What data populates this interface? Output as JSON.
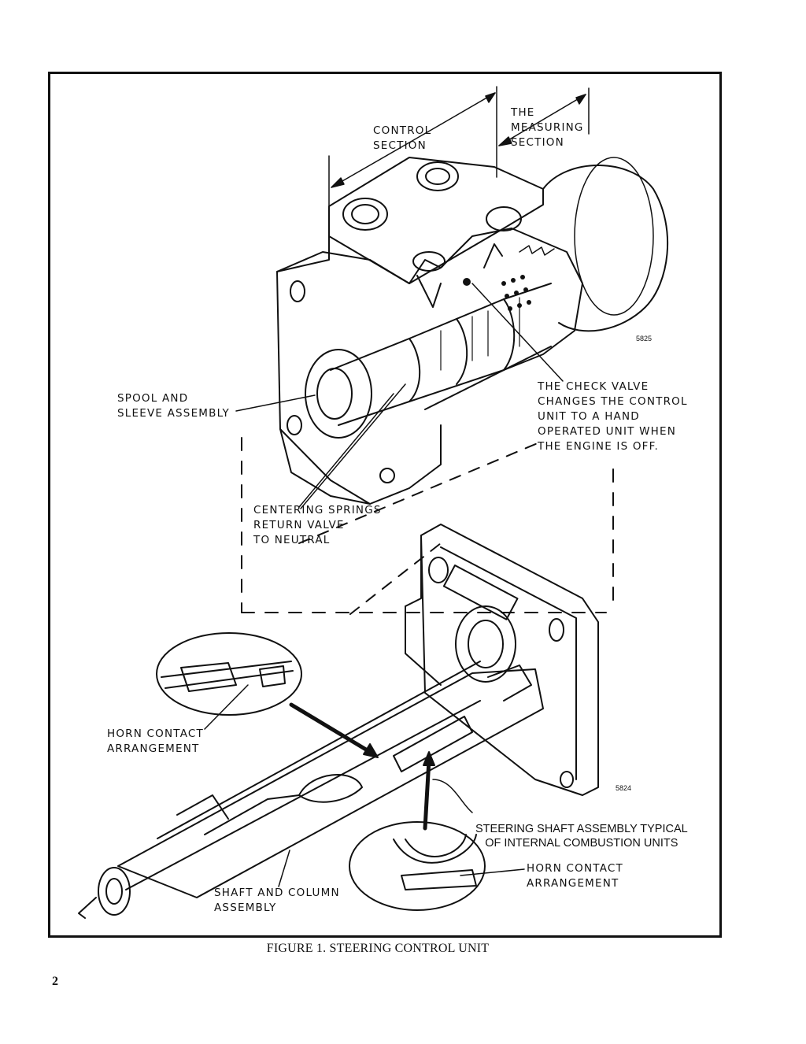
{
  "labels": {
    "control_section": "CONTROL\nSECTION",
    "measuring_section": "THE\nMEASURING\nSECTION",
    "spool_sleeve": "SPOOL AND\nSLEEVE ASSEMBLY",
    "check_valve": "THE CHECK VALVE\nCHANGES THE CONTROL\nUNIT TO A HAND\nOPERATED UNIT WHEN\nTHE ENGINE IS OFF.",
    "centering_springs": "CENTERING SPRINGS\nRETURN VALVE\nTO NEUTRAL",
    "horn_contact_left": "HORN CONTACT\nARRANGEMENT",
    "steering_shaft_typical": "STEERING SHAFT ASSEMBLY TYPICAL\nOF INTERNAL COMBUSTION UNITS",
    "horn_contact_right": "HORN CONTACT\nARRANGEMENT",
    "shaft_column": "SHAFT AND COLUMN\nASSEMBLY"
  },
  "codes": {
    "top": "5825",
    "bottom": "5824"
  },
  "caption": "FIGURE 1. STEERING CONTROL UNIT",
  "page_number": "2"
}
